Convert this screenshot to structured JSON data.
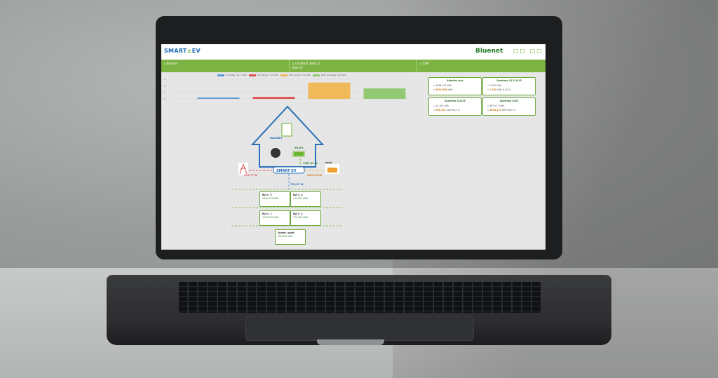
{
  "brand": {
    "logo_left": "SMART",
    "logo_right": "EV",
    "name": "Bluenet",
    "icons": "□□ □□"
  },
  "tabs": [
    {
      "label": "Bluenet"
    },
    {
      "label": "Chotěboř, Blok 17",
      "sub": "Blok 17"
    },
    {
      "label": "ČEM"
    }
  ],
  "legend": [
    {
      "label": "Síť odběr: 22,7 kWh",
      "color": "#5b9bd5"
    },
    {
      "label": "Síť přetoky: 7,0 kWh",
      "color": "#e05252"
    },
    {
      "label": "FVE výroba: 3,2 kWh",
      "color": "#f0b95a"
    },
    {
      "label": "Dům spotřeba: 6,8 kWh",
      "color": "#94c973"
    }
  ],
  "chart_data": {
    "type": "bar",
    "categories": [
      "Síť odběr",
      "Síť přetoky",
      "FVE výroba",
      "Dům spotřeba"
    ],
    "values": [
      0.2,
      0.3,
      2.5,
      1.6
    ],
    "ylim": [
      0,
      3
    ],
    "yticks": [
      "3",
      "2",
      "1",
      "0"
    ]
  },
  "stats": [
    {
      "title": "Aktuální stav",
      "l1": "7698,230",
      "u1": "kWh",
      "l2": "6591,656",
      "u2": "kWh"
    },
    {
      "title": "Spotřeba 10.3.2025",
      "l1": "2,780",
      "u1": "kWh",
      "l2": "7,329",
      "u2": "kWh  81,9 %"
    },
    {
      "title": "Spotřeba 3/2025",
      "l1": "12,165",
      "u1": "kWh",
      "l2": "906,741",
      "u2": "kWh  98,2 %"
    },
    {
      "title": "Spotřeba 2025",
      "l1": "463,511",
      "u1": "kWh",
      "l2": "4054,170",
      "u2": "kWh  88,0 %"
    }
  ],
  "flow": {
    "battery_pct": "99,0%",
    "grid_power": "372,77 W",
    "battery_power": "1767,29 W",
    "solar_power": "2070,26 W",
    "house_power": "735,57 W",
    "charger_brand": "BLUENET",
    "solar_brand": "solar",
    "center_logo": "SMART EV"
  },
  "nodes": [
    {
      "name": "Byt č. 3",
      "value": "1610,313 kWh"
    },
    {
      "name": "Byt č. 4",
      "value": "115,857 kWh"
    },
    {
      "name": "Byt č. 1",
      "value": "1135,200 kWh"
    },
    {
      "name": "Byt č. 2",
      "value": "720,556 kWh"
    },
    {
      "name": "Společ. spotř.",
      "value": "102,593 kWh"
    }
  ]
}
